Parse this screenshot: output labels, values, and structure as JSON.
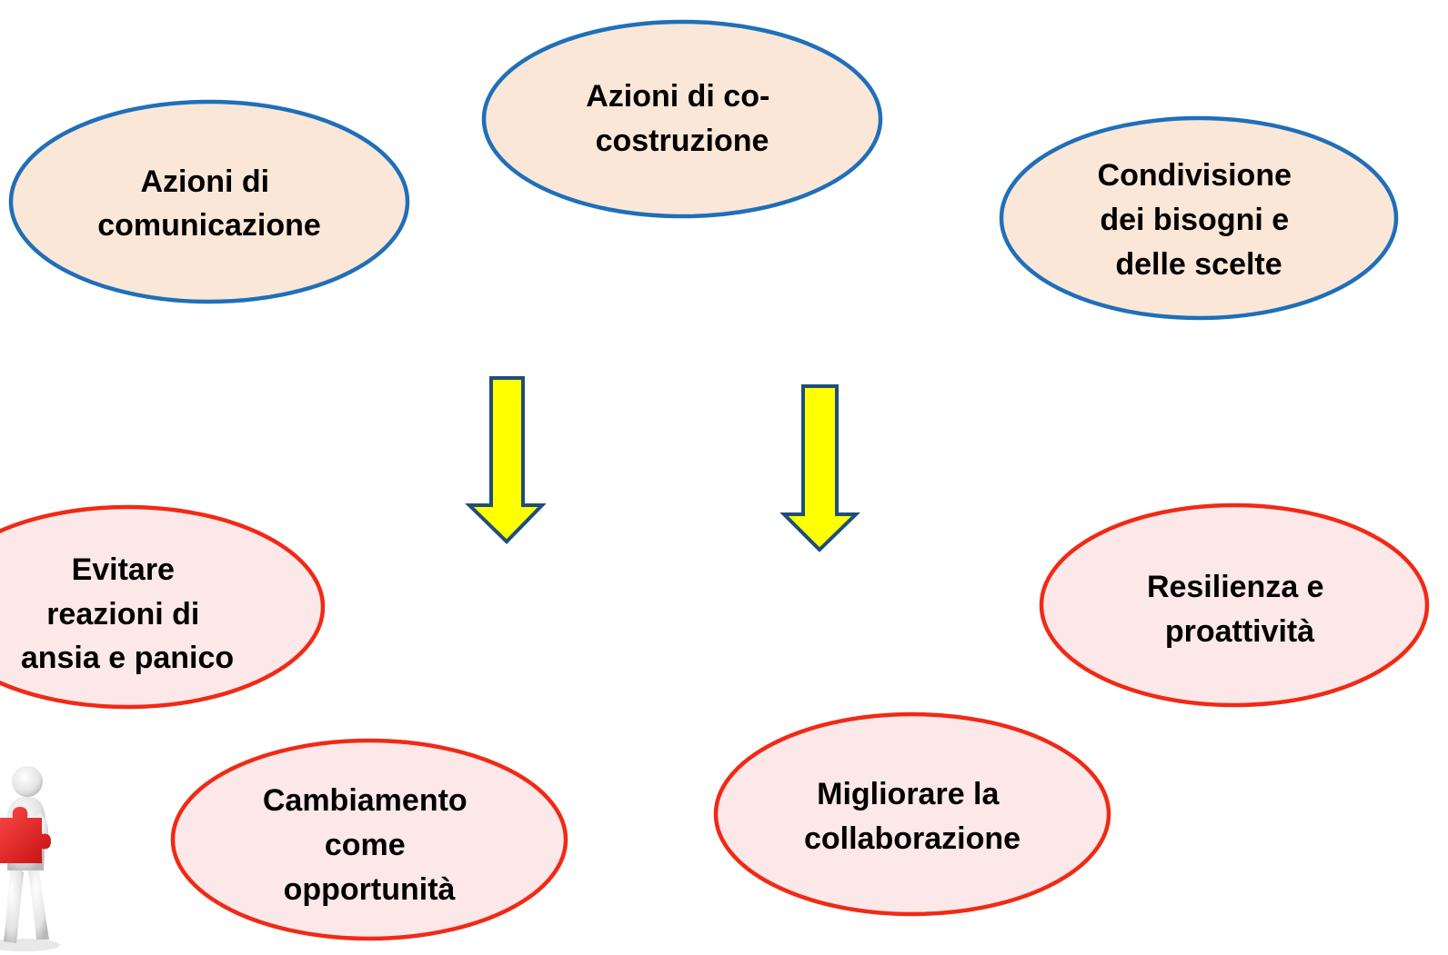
{
  "colors": {
    "action_fill": "#FBE7D8",
    "action_stroke": "#1F6FB9",
    "outcome_fill": "#FCE8E8",
    "outcome_stroke": "#F02A16",
    "arrow_fill": "#FFFF00",
    "arrow_stroke": "#1F4E79",
    "text": "#000000"
  },
  "actions": [
    {
      "id": "comunicazione",
      "lines": [
        "Azioni di",
        "comunicazione"
      ]
    },
    {
      "id": "co-costruzione",
      "lines": [
        "Azioni di co-",
        "costruzione"
      ]
    },
    {
      "id": "condivisione",
      "lines": [
        "Condivisione",
        "dei bisogni e",
        "delle scelte"
      ]
    }
  ],
  "outcomes": [
    {
      "id": "evitare",
      "lines": [
        "Evitare",
        "reazioni di",
        "ansia e panico"
      ]
    },
    {
      "id": "resilienza",
      "lines": [
        "Resilienza e",
        "proattività"
      ]
    },
    {
      "id": "cambiamento",
      "lines": [
        "Cambiamento",
        "come",
        "opportunità"
      ]
    },
    {
      "id": "migliorare",
      "lines": [
        "Migliorare la",
        "collaborazione"
      ]
    }
  ],
  "arrows": [
    {
      "id": "left",
      "direction": "down"
    },
    {
      "id": "right",
      "direction": "down"
    }
  ],
  "illustration": {
    "icon": "person-holding-puzzle-piece-icon"
  }
}
